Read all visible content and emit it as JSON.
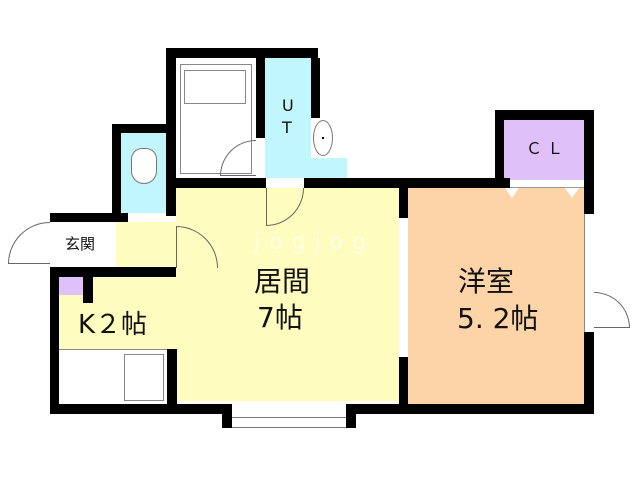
{
  "floorplan": {
    "rooms": [
      {
        "id": "living",
        "name": "居間",
        "size": "7帖",
        "color": "#fffcc0"
      },
      {
        "id": "western",
        "name": "洋室",
        "size": "5.2帖",
        "color": "#fdd4a8"
      },
      {
        "id": "kitchen",
        "name": "K",
        "size": "2帖",
        "label": "K２帖",
        "color": "#fffcc0"
      },
      {
        "id": "entrance",
        "name": "玄関",
        "color": "#ffffff"
      },
      {
        "id": "closet",
        "name": "CL",
        "label": "ＣＬ",
        "color": "#e0c0f8"
      },
      {
        "id": "utility",
        "name": "UT",
        "label_line1": "U",
        "label_line2": "T",
        "color": "#c0f6fc"
      },
      {
        "id": "toilet",
        "name": "toilet",
        "color": "#c0f6fc"
      },
      {
        "id": "bath",
        "name": "bath",
        "color": "#ffffff"
      }
    ],
    "labels": {
      "living_name": "居間",
      "living_size": "7帖",
      "western_name": "洋室",
      "western_size": "5. 2帖",
      "kitchen": "K２帖",
      "entrance": "玄関",
      "closet": "Ｃ Ｌ",
      "ut_u": "U",
      "ut_t": "T"
    },
    "watermark": "jogjog",
    "colors": {
      "wall": "#000000",
      "living": "#fffcc0",
      "western": "#fdd4a8",
      "closet": "#e0c0f8",
      "wet": "#c0f6fc"
    }
  }
}
